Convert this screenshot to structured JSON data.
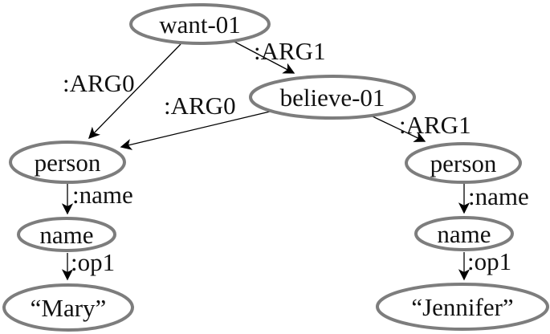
{
  "graph": {
    "kind": "amr-semantic-graph",
    "colors": {
      "node_border": "#7d7d7d",
      "node_fill": "#ffffff",
      "edge": "#000000",
      "text": "#111111",
      "background": "#ffffff"
    },
    "nodes": [
      {
        "id": "want-01",
        "label": "want-01"
      },
      {
        "id": "believe-01",
        "label": "believe-01"
      },
      {
        "id": "person-left",
        "label": "person"
      },
      {
        "id": "name-left",
        "label": "name"
      },
      {
        "id": "mary",
        "label": "“Mary”"
      },
      {
        "id": "person-right",
        "label": "person"
      },
      {
        "id": "name-right",
        "label": "name"
      },
      {
        "id": "jennifer",
        "label": "“Jennifer”"
      }
    ],
    "edges": [
      {
        "from": "want-01",
        "to": "person-left",
        "label": ":ARG0"
      },
      {
        "from": "want-01",
        "to": "believe-01",
        "label": ":ARG1"
      },
      {
        "from": "believe-01",
        "to": "person-left",
        "label": ":ARG0"
      },
      {
        "from": "believe-01",
        "to": "person-right",
        "label": ":ARG1"
      },
      {
        "from": "person-left",
        "to": "name-left",
        "label": ":name"
      },
      {
        "from": "name-left",
        "to": "mary",
        "label": ":op1"
      },
      {
        "from": "person-right",
        "to": "name-right",
        "label": ":name"
      },
      {
        "from": "name-right",
        "to": "jennifer",
        "label": ":op1"
      }
    ]
  }
}
